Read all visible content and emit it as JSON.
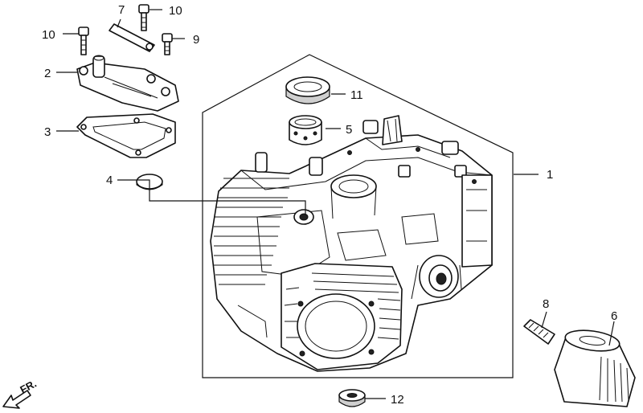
{
  "callouts": {
    "c1": "1",
    "c2": "2",
    "c3": "3",
    "c4": "4",
    "c5": "5",
    "c6": "6",
    "c7": "7",
    "c8": "8",
    "c9": "9",
    "c10a": "10",
    "c10b": "10",
    "c11": "11",
    "c12": "12"
  },
  "direction_label": "FR."
}
